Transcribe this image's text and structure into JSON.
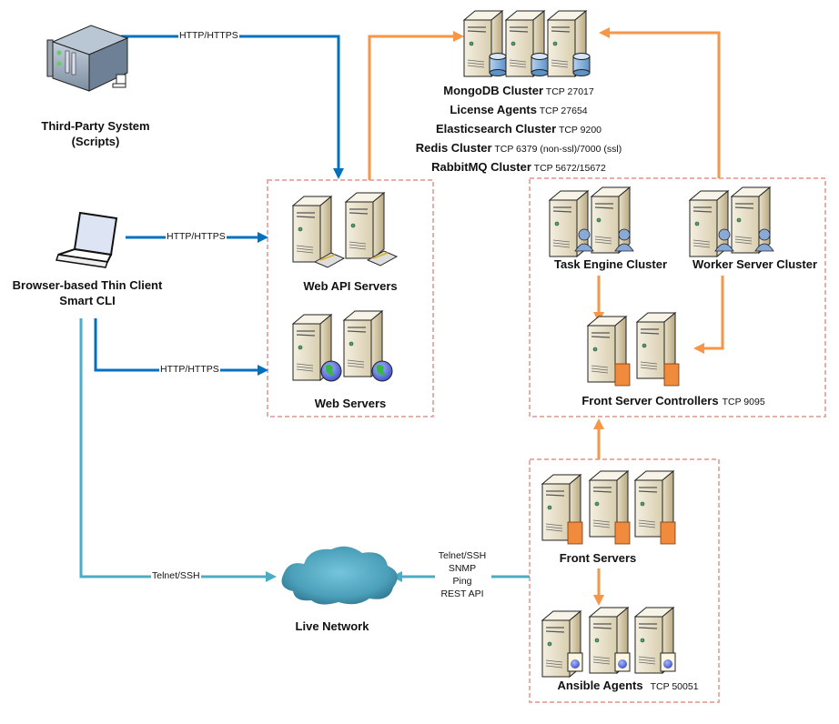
{
  "nodes": {
    "third_party": {
      "label_line1": "Third-Party System",
      "label_line2": "(Scripts)",
      "icon": "rack-server-icon"
    },
    "thin_client": {
      "label_line1": "Browser-based Thin Client",
      "label_line2": "Smart CLI",
      "icon": "laptop-icon"
    },
    "web_api": {
      "label": "Web API Servers",
      "icon": "server-with-api-icon"
    },
    "web_servers": {
      "label": "Web Servers",
      "icon": "server-with-globe-icon"
    },
    "db_cluster": {
      "icon": "server-with-database-icon",
      "services": [
        {
          "name": "MongoDB Cluster",
          "port": "TCP 27017"
        },
        {
          "name": "License Agents",
          "port": "TCP 27654"
        },
        {
          "name": "Elasticsearch Cluster",
          "port": "TCP 9200"
        },
        {
          "name": "Redis Cluster",
          "port": "TCP 6379 (non-ssl)/7000 (ssl)"
        },
        {
          "name": "RabbitMQ Cluster",
          "port": "TCP 5672/15672"
        }
      ]
    },
    "task_engine": {
      "label": "Task Engine Cluster",
      "icon": "server-with-user-icon"
    },
    "worker_server": {
      "label": "Worker Server Cluster",
      "icon": "server-with-user-icon"
    },
    "front_controllers": {
      "label": "Front Server Controllers",
      "port": "TCP 9095",
      "icon": "server-with-firewall-icon"
    },
    "front_servers": {
      "label": "Front Servers",
      "icon": "server-with-firewall-icon"
    },
    "ansible_agents": {
      "label": "Ansible Agents",
      "port": "TCP 50051",
      "icon": "server-with-document-globe-icon"
    },
    "live_network": {
      "label": "Live Network",
      "icon": "cloud-icon"
    }
  },
  "edges": {
    "third_party_to_web_api": "HTTP/HTTPS",
    "client_to_web_api": "HTTP/HTTPS",
    "client_to_web_servers": "HTTP/HTTPS",
    "client_to_network": "Telnet/SSH",
    "agents_to_network": [
      "Telnet/SSH",
      "SNMP",
      "Ping",
      "REST API"
    ]
  },
  "colors": {
    "http_edge": "#0070c0",
    "ssh_edge": "#4bacc6",
    "internal_edge": "#f79646",
    "group_border": "#e6b0aa"
  }
}
